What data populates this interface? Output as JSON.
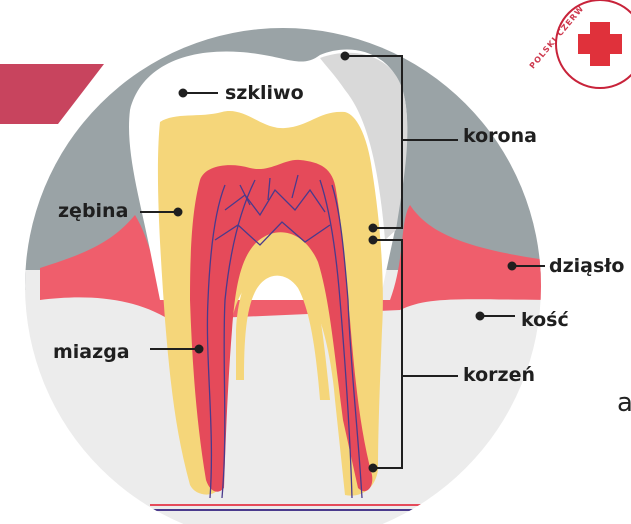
{
  "labels": {
    "szkliwo": "szkliwo",
    "korona": "korona",
    "zebina": "zębina",
    "dziaslo": "dziąsło",
    "kosc": "kość",
    "miazga": "miazga",
    "korzen": "korzeń"
  },
  "logo": {
    "text": "POLSKI CZERW",
    "cross_color": "#e0313b"
  },
  "colors": {
    "gum_bg": "#9aa3a6",
    "bone": "#ececec",
    "enamel": "#ffffff",
    "dentin": "#f5d67a",
    "pulp": "#e54a5a",
    "gum": "#ef5e6c",
    "vessels": "#4a3a8c",
    "banner": "#c8445e",
    "leader": "#1f1f1f"
  },
  "banner_char": "",
  "page_glyph": "a"
}
